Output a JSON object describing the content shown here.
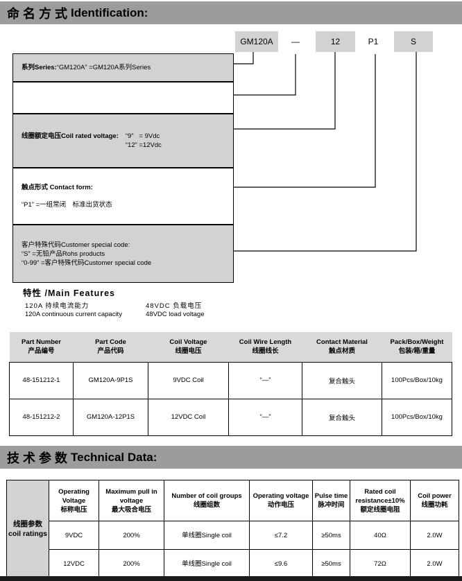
{
  "colors": {
    "header_bar": "#9c9c9c",
    "box_fill": "#d2d2d2",
    "table_header_fill": "#d9d9d9",
    "row_label_fill": "#d2d2d2",
    "bottom_bar": "#1c1c1c"
  },
  "identification": {
    "title_zh": "命名方式",
    "title_en": "Identification:",
    "code_parts": [
      {
        "label": "GM120A"
      },
      {
        "label": "—"
      },
      {
        "label": "12"
      },
      {
        "label": "P1"
      },
      {
        "label": "S"
      }
    ],
    "box_series": {
      "label": "系列Series:",
      "value": "“GM120A” =GM120A系列Series"
    },
    "box_voltage": {
      "label": "线圈额定电压Coil rated voltage:",
      "value1": "“9”   = 9Vdc",
      "value2": "“12” =12Vdc"
    },
    "box_contact": {
      "label": "触点形式 Contact form:",
      "value": "“P1” =一组常闭　标准出货状态"
    },
    "box_customer": {
      "line1": "客户特殊代码Customer special code:",
      "line2": "“S” =无铅产品Rohs products",
      "line3": "“0-99” =客户特殊代码Customer special code"
    }
  },
  "features": {
    "title": "特性 /Main Features",
    "items": [
      {
        "zh": "120A 持续电流能力",
        "en": "120A continuous current capacity"
      },
      {
        "zh": "48VDC 负载电压",
        "en": "48VDC load voltage"
      }
    ]
  },
  "parts_table": {
    "headers": [
      {
        "en": "Part Number",
        "zh": "产品编号"
      },
      {
        "en": "Part Code",
        "zh": "产品代码"
      },
      {
        "en": "Coil Voltage",
        "zh": "线圈电压"
      },
      {
        "en": "Coil Wire Length",
        "zh": "线圈线长"
      },
      {
        "en": "Contact Material",
        "zh": "触点材质"
      },
      {
        "en": "Pack/Box/Weight",
        "zh": "包装/箱/重量"
      }
    ],
    "rows": [
      [
        "48-151212-1",
        "GM120A-9P1S",
        "9VDC Coil",
        "“—”",
        "复合触头",
        "100Pcs/Box/10kg"
      ],
      [
        "48-151212-2",
        "GM120A-12P1S",
        "12VDC Coil",
        "“—”",
        "复合触头",
        "100Pcs/Box/10kg"
      ]
    ]
  },
  "technical": {
    "title_zh": "技术参数",
    "title_en": "Technical Data:",
    "row_group": {
      "zh": "线圈参数",
      "en": "coil ratings"
    },
    "headers": [
      {
        "en": "Operating Voltage",
        "zh": "标称电压"
      },
      {
        "en": "Maximum pull in voltage",
        "zh": "最大吸合电压"
      },
      {
        "en": "Number of coil groups",
        "zh": "线圈组数"
      },
      {
        "en": "Operating voltage",
        "zh": "动作电压"
      },
      {
        "en": "Pulse time",
        "zh": "脉冲时间"
      },
      {
        "en": "Rated coil resistance±10%",
        "zh": "额定线圈电阻"
      },
      {
        "en": "Coil power",
        "zh": "线圈功耗"
      }
    ],
    "rows": [
      [
        "9VDC",
        "200%",
        "单线圈Single coil",
        "≤7.2",
        "≥50ms",
        "40Ω",
        "2.0W"
      ],
      [
        "12VDC",
        "200%",
        "单线圈Single coil",
        "≤9.6",
        "≥50ms",
        "72Ω",
        "2.0W"
      ]
    ]
  }
}
